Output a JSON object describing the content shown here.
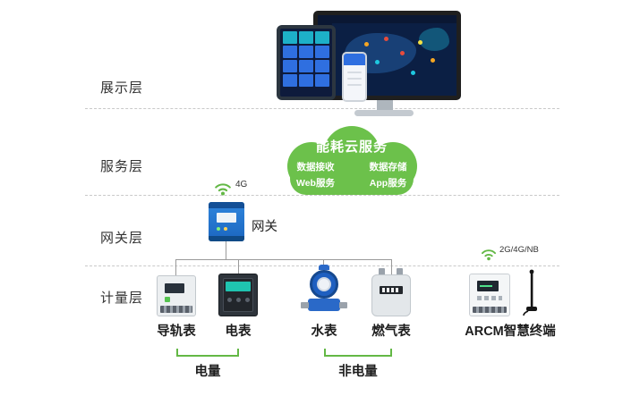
{
  "layers": [
    {
      "label": "展示层"
    },
    {
      "label": "服务层"
    },
    {
      "label": "网关层"
    },
    {
      "label": "计量层"
    }
  ],
  "cloud": {
    "title": "能耗云服务",
    "services": [
      "数据接收",
      "数据存储",
      "Web服务",
      "App服务"
    ]
  },
  "gateway": {
    "label": "网关",
    "wireless": "4G"
  },
  "arcm": {
    "wireless": "2G/4G/NB"
  },
  "meters": [
    {
      "label": "导轨表"
    },
    {
      "label": "电表"
    },
    {
      "label": "水表"
    },
    {
      "label": "燃气表"
    },
    {
      "label": "ARCM智慧终端"
    }
  ],
  "groups": [
    {
      "label": "电量"
    },
    {
      "label": "非电量"
    }
  ],
  "colors": {
    "accent_green": "#63b845",
    "cloud_green": "#6cc14b",
    "connector_gray": "#9a9a9a",
    "divider_gray": "#c9c9c9",
    "device_blue": "#2173cf",
    "text_dark": "#333333"
  }
}
